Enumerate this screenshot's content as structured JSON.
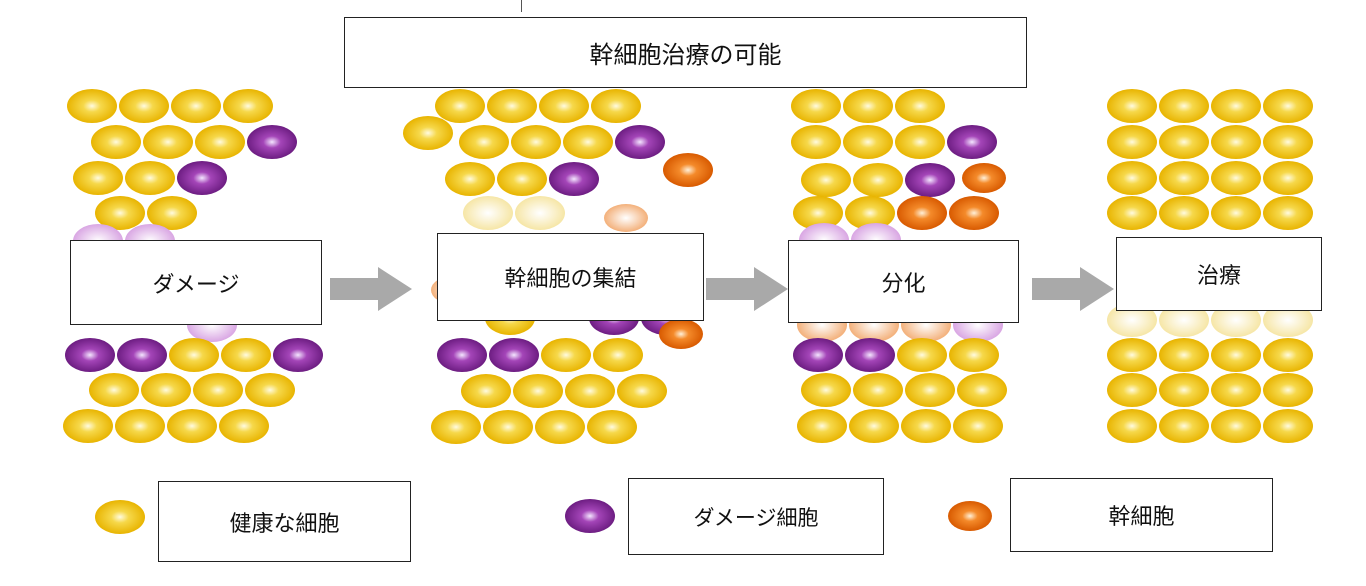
{
  "title": "幹細胞治療の可能",
  "stages": [
    {
      "id": "damage",
      "label": "ダメージ"
    },
    {
      "id": "gather",
      "label": "幹細胞の集結"
    },
    {
      "id": "diff",
      "label": "分化"
    },
    {
      "id": "treat",
      "label": "治療"
    }
  ],
  "legend": [
    {
      "id": "healthy",
      "label": "健康な細胞",
      "color": "#f2c21b"
    },
    {
      "id": "damaged",
      "label": "ダメージ細胞",
      "color": "#8e2a9e"
    },
    {
      "id": "stem",
      "label": "幹細胞",
      "color": "#ef7d1a"
    }
  ],
  "colors": {
    "healthy": "#f2c21b",
    "damaged": "#8e2a9e",
    "stem": "#ef7d1a",
    "arrow": "#a9a9a9"
  },
  "icons": {
    "arrow": "right-arrow-icon",
    "cell": "ellipse-cell-icon"
  }
}
